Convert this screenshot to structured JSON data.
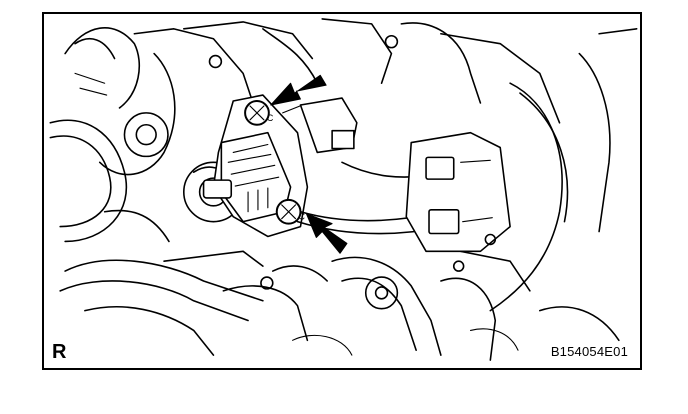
{
  "figure": {
    "view_label": "R",
    "figure_code": "B154054E01"
  },
  "callouts": {
    "bolt_letter": "C"
  },
  "icons": {
    "arrows": [
      "arrow-icon",
      "arrow-icon"
    ]
  }
}
